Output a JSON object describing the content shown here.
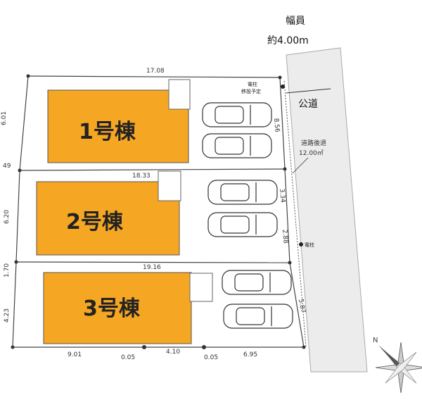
{
  "road": {
    "width_title": "幅員",
    "width_value": "約4.00m",
    "name": "公道",
    "setback_title": "道路後退",
    "setback_area": "12.00㎡"
  },
  "buildings": [
    {
      "label": "1号棟"
    },
    {
      "label": "2号棟"
    },
    {
      "label": "3号棟"
    }
  ],
  "utility": {
    "pole_relocate_1": "電柱",
    "pole_relocate_2": "移設予定",
    "pole": "電柱"
  },
  "dimensions": {
    "top_width": "17.08",
    "mid_width_1": "18.33",
    "mid_width_2": "19.16",
    "left_1": "6.01",
    "left_offset": "49",
    "left_2": "6.20",
    "left_3": "1.70",
    "left_4": "4.23",
    "right_1": "8.56",
    "right_2": "3.34",
    "right_3": "2.88",
    "right_4": "5.87",
    "bottom_1": "9.01",
    "bottom_2": "0.05",
    "bottom_3": "4.10",
    "bottom_4": "0.05",
    "bottom_5": "6.95"
  },
  "compass": {
    "north": "N"
  },
  "colors": {
    "building_fill": "#f5a623",
    "road_fill": "#ececec",
    "lot_line": "#444444"
  }
}
